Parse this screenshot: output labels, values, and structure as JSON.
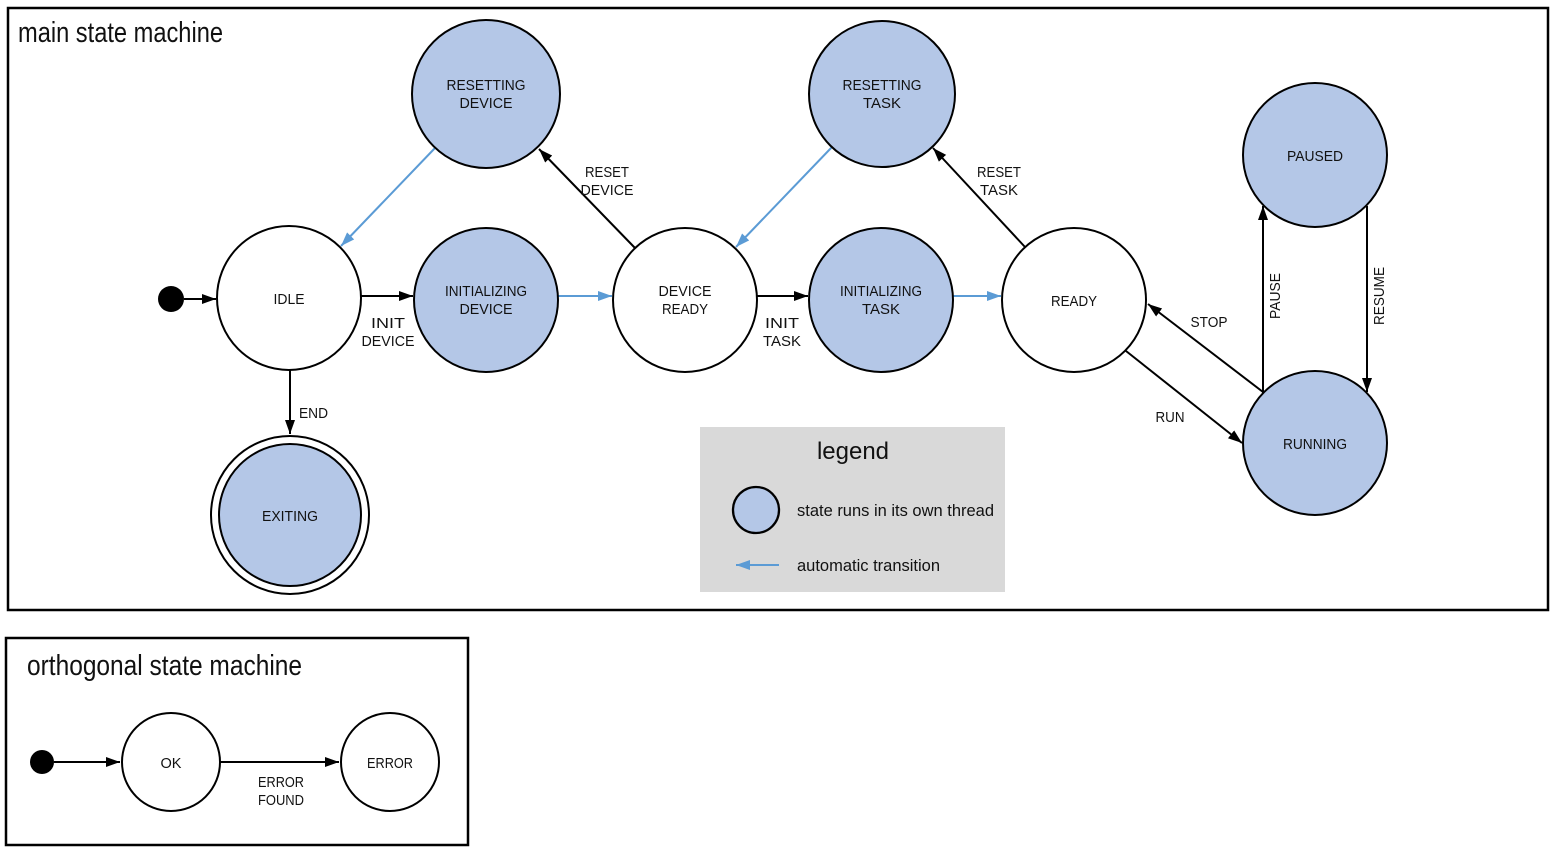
{
  "colors": {
    "threaded_state_fill": "#b4c7e7",
    "state_stroke": "#000000",
    "automatic_transition_blue": "#5b9bd5",
    "manual_transition_black": "#000000",
    "legend_background": "#d9d9d9",
    "canvas_background": "#ffffff"
  },
  "main": {
    "title": "main state machine",
    "states": {
      "idle": {
        "label": "IDLE"
      },
      "resetting_device": {
        "line1": "RESETTING",
        "line2": "DEVICE"
      },
      "initializing_device": {
        "line1": "INITIALIZING",
        "line2": "DEVICE"
      },
      "device_ready": {
        "line1": "DEVICE",
        "line2": "READY"
      },
      "resetting_task": {
        "line1": "RESETTING",
        "line2": "TASK"
      },
      "initializing_task": {
        "line1": "INITIALIZING",
        "line2": "TASK"
      },
      "ready": {
        "label": "READY"
      },
      "paused": {
        "label": "PAUSED"
      },
      "running": {
        "label": "RUNNING"
      },
      "exiting": {
        "label": "EXITING"
      }
    },
    "transitions": {
      "init_device": {
        "line1": "INIT",
        "line2": "DEVICE"
      },
      "reset_device": {
        "line1": "RESET",
        "line2": "DEVICE"
      },
      "init_task": {
        "line1": "INIT",
        "line2": "TASK"
      },
      "reset_task": {
        "line1": "RESET",
        "line2": "TASK"
      },
      "stop": {
        "label": "STOP"
      },
      "run": {
        "label": "RUN"
      },
      "pause": {
        "label": "PAUSE"
      },
      "resume": {
        "label": "RESUME"
      },
      "end": {
        "label": "END"
      }
    },
    "legend": {
      "title": "legend",
      "items": [
        {
          "symbol": "threaded-state-circle",
          "label": "state runs in its own thread"
        },
        {
          "symbol": "automatic-transition-arrow",
          "label": "automatic transition"
        }
      ]
    }
  },
  "orthogonal": {
    "title": "orthogonal state machine",
    "states": {
      "ok": {
        "label": "OK"
      },
      "error": {
        "label": "ERROR"
      }
    },
    "transitions": {
      "error_found": {
        "line1": "ERROR",
        "line2": "FOUND"
      }
    }
  },
  "graph_model": {
    "main": {
      "initial_state": "IDLE",
      "plain_states": [
        "IDLE",
        "DEVICE READY",
        "READY"
      ],
      "threaded_states": [
        "RESETTING DEVICE",
        "INITIALIZING DEVICE",
        "RESETTING TASK",
        "INITIALIZING TASK",
        "PAUSED",
        "RUNNING",
        "EXITING"
      ],
      "final_states": [
        "EXITING"
      ],
      "edges": [
        {
          "from": "IDLE",
          "to": "INITIALIZING DEVICE",
          "event": "INIT DEVICE",
          "automatic": false
        },
        {
          "from": "INITIALIZING DEVICE",
          "to": "DEVICE READY",
          "event": "",
          "automatic": true
        },
        {
          "from": "DEVICE READY",
          "to": "RESETTING DEVICE",
          "event": "RESET DEVICE",
          "automatic": false
        },
        {
          "from": "RESETTING DEVICE",
          "to": "IDLE",
          "event": "",
          "automatic": true
        },
        {
          "from": "DEVICE READY",
          "to": "INITIALIZING TASK",
          "event": "INIT TASK",
          "automatic": false
        },
        {
          "from": "INITIALIZING TASK",
          "to": "READY",
          "event": "",
          "automatic": true
        },
        {
          "from": "READY",
          "to": "RESETTING TASK",
          "event": "RESET TASK",
          "automatic": false
        },
        {
          "from": "RESETTING TASK",
          "to": "DEVICE READY",
          "event": "",
          "automatic": true
        },
        {
          "from": "READY",
          "to": "RUNNING",
          "event": "RUN",
          "automatic": false
        },
        {
          "from": "RUNNING",
          "to": "READY",
          "event": "STOP",
          "automatic": false
        },
        {
          "from": "RUNNING",
          "to": "PAUSED",
          "event": "PAUSE",
          "automatic": false
        },
        {
          "from": "PAUSED",
          "to": "RUNNING",
          "event": "RESUME",
          "automatic": false
        },
        {
          "from": "IDLE",
          "to": "EXITING",
          "event": "END",
          "automatic": false
        }
      ]
    },
    "orthogonal": {
      "initial_state": "OK",
      "edges": [
        {
          "from": "OK",
          "to": "ERROR",
          "event": "ERROR FOUND",
          "automatic": false
        }
      ]
    }
  }
}
